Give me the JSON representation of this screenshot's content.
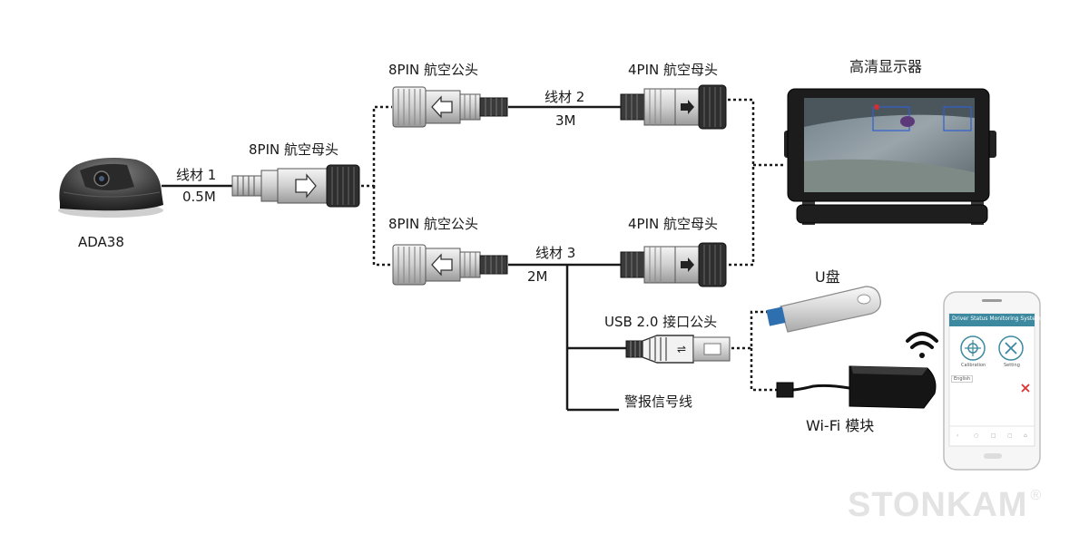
{
  "labels": {
    "camera": "ADA38",
    "cable1_name": "线材 1",
    "cable1_len": "0.5M",
    "conn_8pin_female": "8PIN 航空母头",
    "conn_8pin_male_top": "8PIN 航空公头",
    "conn_8pin_male_bottom": "8PIN 航空公头",
    "cable2_name": "线材 2",
    "cable2_len": "3M",
    "conn_4pin_female_top": "4PIN 航空母头",
    "conn_4pin_female_bottom": "4PIN 航空母头",
    "cable3_name": "线材 3",
    "cable3_len": "2M",
    "monitor": "高清显示器",
    "udisk": "U盘",
    "usb_conn": "USB 2.0 接口公头",
    "alarm": "警报信号线",
    "wifi_module": "Wi-Fi 模块"
  },
  "phone": {
    "app_title": "Driver Status Monitoring System",
    "calibration": "Calibration",
    "setting": "Setting",
    "language": "English"
  },
  "brand": {
    "name": "STONKAM",
    "mark": "®"
  }
}
